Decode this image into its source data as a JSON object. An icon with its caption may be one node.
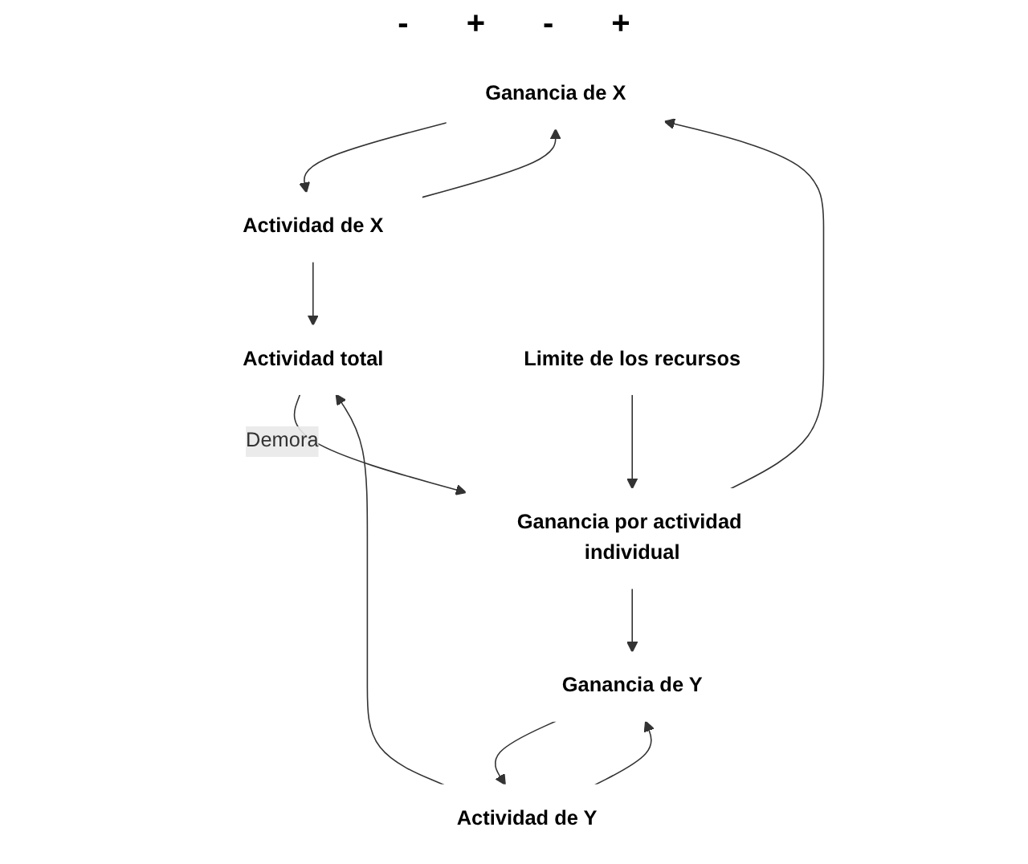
{
  "diagram": {
    "nodes": [
      {
        "text": [
          "Ganancia de X"
        ]
      },
      {
        "text": [
          "Actividad de X"
        ]
      },
      {
        "text": [
          "Actividad total"
        ]
      },
      {
        "text": [
          "Ganancia por actividad individual"
        ]
      },
      {
        "text": [
          "Limite de los recursos"
        ]
      },
      {
        "text": [
          "Actividad de Y"
        ]
      },
      {
        "text": [
          "Ganancia de Y"
        ]
      }
    ],
    "edges": [
      {
        "from": 0,
        "to": 1,
        "arrow": "to"
      },
      {
        "from": 1,
        "to": 0,
        "arrow": "to"
      },
      {
        "from": 1,
        "to": 2,
        "arrow": "to"
      },
      {
        "from": 5,
        "to": 2,
        "arrow": "to"
      },
      {
        "from": 2,
        "to": 3,
        "label": "Demora",
        "arrow": "to"
      },
      {
        "from": 4,
        "to": 3,
        "arrow": "to"
      },
      {
        "from": 3,
        "to": 0,
        "arrow": "to"
      },
      {
        "from": 3,
        "to": 6,
        "arrow": "to"
      },
      {
        "from": 6,
        "to": 5,
        "arrow": "to"
      },
      {
        "from": 5,
        "to": 6,
        "arrow": "to"
      }
    ],
    "labels": [
      "-",
      "+",
      "-",
      "+"
    ]
  }
}
